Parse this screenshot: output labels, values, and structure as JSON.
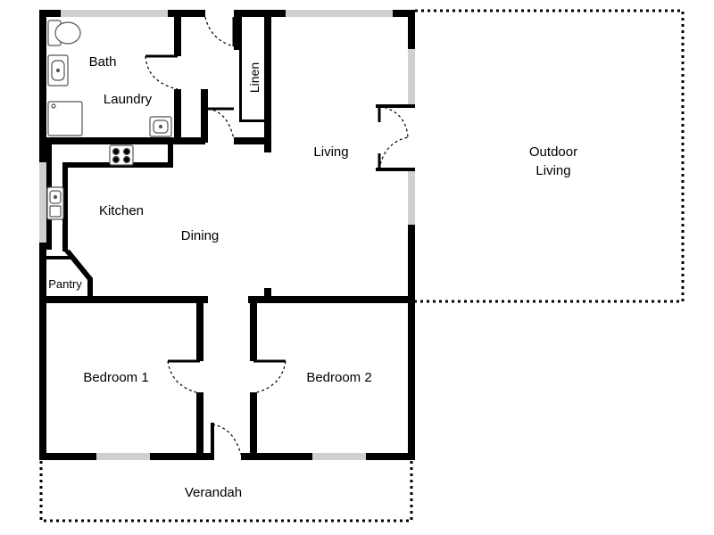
{
  "colors": {
    "wall": "#000000",
    "window": "#d0d0d0",
    "fixture_stroke": "#555555",
    "background": "#ffffff"
  },
  "rooms": {
    "bath": "Bath",
    "laundry": "Laundry",
    "linen": "Linen",
    "living": "Living",
    "outdoor_line1": "Outdoor",
    "outdoor_line2": "Living",
    "kitchen": "Kitchen",
    "dining": "Dining",
    "pantry": "Pantry",
    "bedroom1": "Bedroom 1",
    "bedroom2": "Bedroom 2",
    "verandah": "Verandah"
  },
  "icons": [
    "toilet-icon",
    "basin-icon",
    "shower-icon",
    "laundry-tub-icon",
    "cooktop-icon",
    "kitchen-sink-icon"
  ]
}
